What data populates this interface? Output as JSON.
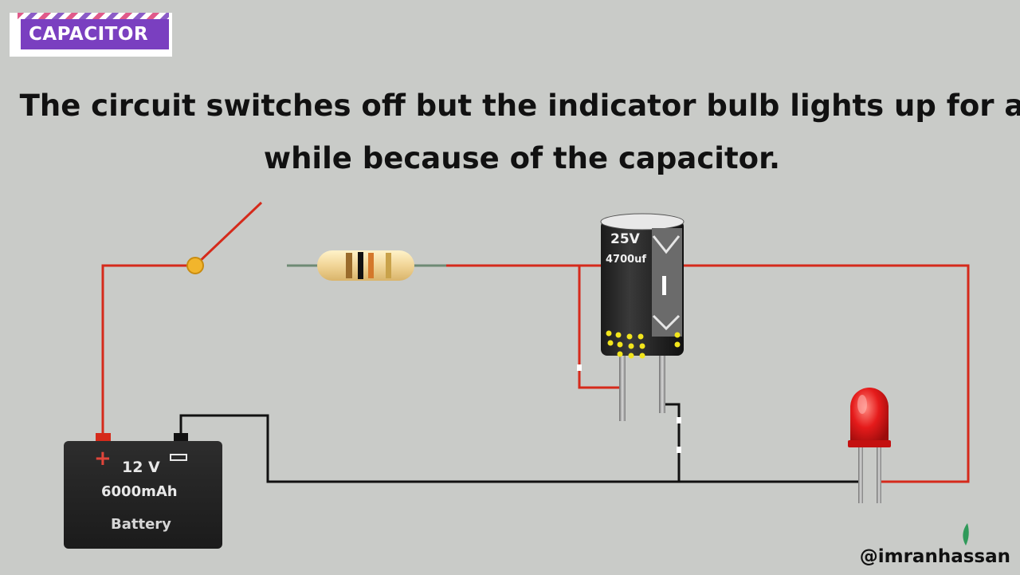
{
  "tag": {
    "label": "CAPACITOR"
  },
  "headline": {
    "line1": "The circuit switches off but the indicator bulb lights up for a",
    "line2": "while because of the capacitor."
  },
  "battery": {
    "voltage": "12 V",
    "capacity": "6000mAh",
    "label": "Battery",
    "positive_symbol": "+",
    "negative_symbol": "−"
  },
  "capacitor": {
    "voltage": "25V",
    "capacitance": "4700uf"
  },
  "watermark": {
    "handle": "@imranhassan"
  },
  "colors": {
    "background": "#c9cbc8",
    "wire_positive": "#d52a1b",
    "wire_negative": "#111111",
    "tag_purple": "#7a3fc0",
    "led_red": "#e51b1b"
  },
  "icons": [
    "switch-icon",
    "resistor-icon",
    "capacitor-icon",
    "led-icon",
    "battery-icon",
    "leaf-icon"
  ]
}
